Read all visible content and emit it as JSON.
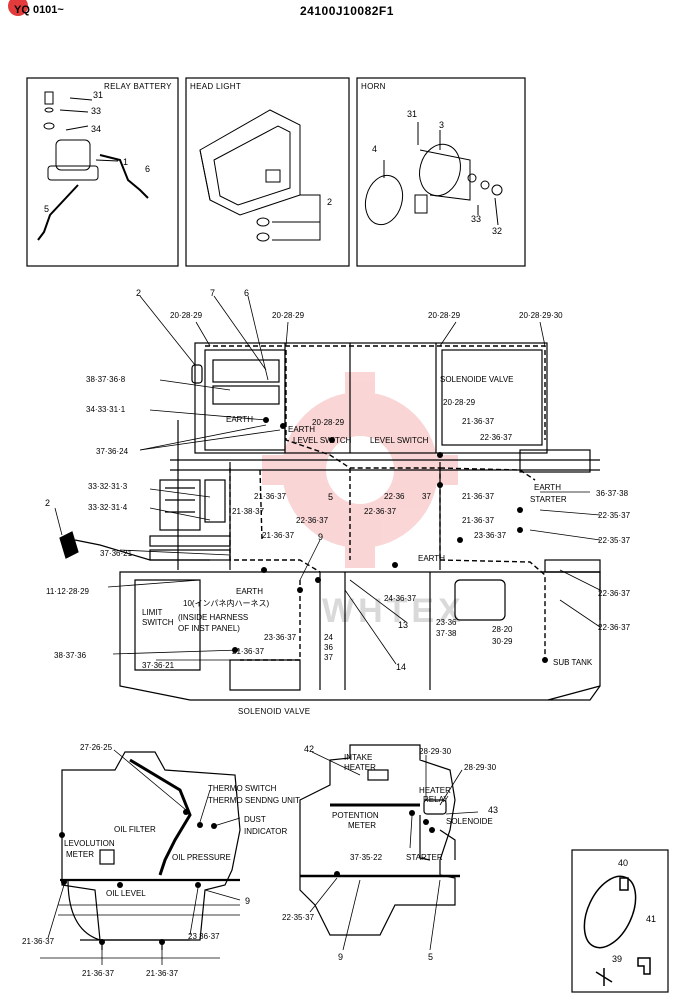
{
  "header": {
    "left": "YQ 0101~",
    "center": "24100J10082F1"
  },
  "insets": {
    "relay_battery": {
      "title": "RELAY BATTERY",
      "callouts": [
        "31",
        "33",
        "34",
        "1",
        "6",
        "5"
      ]
    },
    "head_light": {
      "title": "HEAD LIGHT",
      "callouts": [
        "2"
      ]
    },
    "horn": {
      "title": "HORN",
      "callouts": [
        "31",
        "3",
        "4",
        "33",
        "32"
      ]
    }
  },
  "main_diagram": {
    "labels": {
      "c2_top": "2",
      "c7": "7",
      "c6": "6",
      "c20_28_29_a": "20·28·29",
      "c20_28_29_b": "20·28·29",
      "c20_28_29_c": "20·28·29",
      "c20_28_29_30": "20·28·29·30",
      "solenoide_valve_top": "SOLENOIDE VALVE",
      "c38_37_36_8": "38·37·36·8",
      "c34_33_31_1": "34·33·31·1",
      "earth_1": "EARTH",
      "earth_2": "EARTH",
      "c20_28_29_d": "20·28·29",
      "level_switch_1": "LEVEL SWITCH",
      "level_switch_2": "LEVEL SWITCH",
      "c20_28_29_e": "20·28·29",
      "c21_36_37_a": "21·36·37",
      "c22_36_37_a": "22·36·37",
      "c37_36_24": "37·36·24",
      "c33_32_31_3": "33·32·31·3",
      "c21_36_37_b": "21·36·37",
      "c5": "5",
      "c22_36_37_b": "22·36",
      "c37": "37",
      "c21_36_37_c": "21·36·37",
      "earth_3": "EARTH",
      "starter_1": "STARTER",
      "c36_37_38": "36·37·38",
      "c21_38_37": "21·38·37",
      "c22_36_37_c": "22·36·37",
      "c22_35_37_a": "22·35·37",
      "c33_32_31_4": "33·32·31·4",
      "c22_36_37_d": "22·36·37",
      "c21_36_37_d": "21·36·37",
      "c22_35_37_b": "22·35·37",
      "c2_left": "2",
      "c21_36_37_e": "21·36·37",
      "c9_mid": "9",
      "c23_36_37": "23·36·37",
      "c37_36_21_a": "37·36·21",
      "earth_4": "EARTH",
      "c11_12_28_29": "11·12·28·29",
      "c24_36_37": "24·36·37",
      "c22_36_37_e": "22·36·37",
      "c10_inst": "10(インパネ内ハーネス)",
      "earth_5": "EARTH",
      "limit_switch": "LIMIT",
      "switch_word": "SWITCH",
      "inside_harness": "(INSIDE HARNESS",
      "of_inst_panel": "OF INST PANEL)",
      "c23_36_37_b": "23·36·37",
      "c24_vert": "24",
      "c36_vert": "36",
      "c37_vert": "37",
      "c13": "13",
      "c23_36_37_38": "23·36",
      "c37_38": "37·38",
      "c28_20": "28·20",
      "c30_29": "30·29",
      "c22_36_37_f": "22·36·37",
      "c38_37_36": "38·37·36",
      "c21_36_37_f": "21·36·37",
      "c37_36_21_b": "37·36·21",
      "c14": "14",
      "sub_tank": "SUB TANK",
      "solenoid_valve_bottom": "SOLENOID VALVE",
      "watermark": "WHTEX"
    }
  },
  "bottom_left": {
    "labels": {
      "c27_26_25": "27·26·25",
      "thermo_switch": "THERMO SWITCH",
      "thermo_sending": "THERMO SENDNG UNIT",
      "dust": "DUST",
      "indicator": "INDICATOR",
      "oil_filter": "OIL FILTER",
      "levolution": "LEVOLUTION",
      "meter": "METER",
      "oil_pressure": "OIL PRESSURE",
      "oil_level": "OIL LEVEL",
      "c9": "9",
      "c21_36_37_a": "21·36·37",
      "c23_36_37": "23 36·37",
      "c21_36_37_b": "21·36·37",
      "c21_36_37_c": "21·36·37"
    }
  },
  "bottom_right": {
    "labels": {
      "c42": "42",
      "intake": "INTAKE",
      "heater": "HEATER",
      "c28_29_30_a": "28·29·30",
      "c28_29_30_b": "28·29·30",
      "heater_relay_1": "HEATER",
      "heater_relay_2": "RELAY",
      "c43": "43",
      "potention": "POTENTION",
      "meter": "METER",
      "solenoide": "SOLENOIDE",
      "c37_35_22": "37·35·22",
      "starter": "STARTER",
      "c22_35_37": "22·35·37",
      "c9": "9",
      "c5": "5"
    }
  },
  "clamp_inset": {
    "callouts": [
      "40",
      "41",
      "39"
    ]
  }
}
